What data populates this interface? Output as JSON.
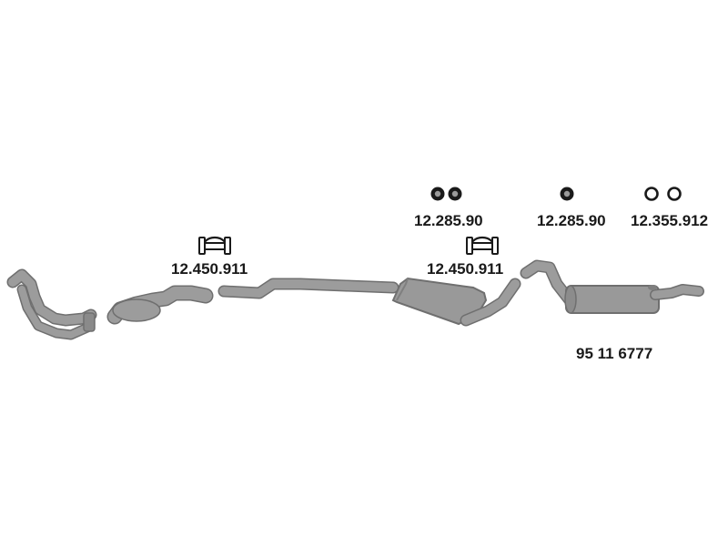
{
  "colors": {
    "pipe_fill": "#999999",
    "pipe_dark": "#6f6f6f",
    "ink": "#1a1a1a",
    "background": "#ffffff"
  },
  "labels": {
    "clamp_front": "12.450.911",
    "clamp_rear": "12.450.911",
    "rubber_mount_pair": "12.285.90",
    "rubber_mount_single": "12.285.90",
    "seal_rings": "12.355.912",
    "rear_silencer": "95 11 6777"
  },
  "icons": {
    "clamp": "clamp-icon",
    "rubber_mount": "rubber-mount-icon",
    "seal_ring": "seal-ring-icon"
  }
}
